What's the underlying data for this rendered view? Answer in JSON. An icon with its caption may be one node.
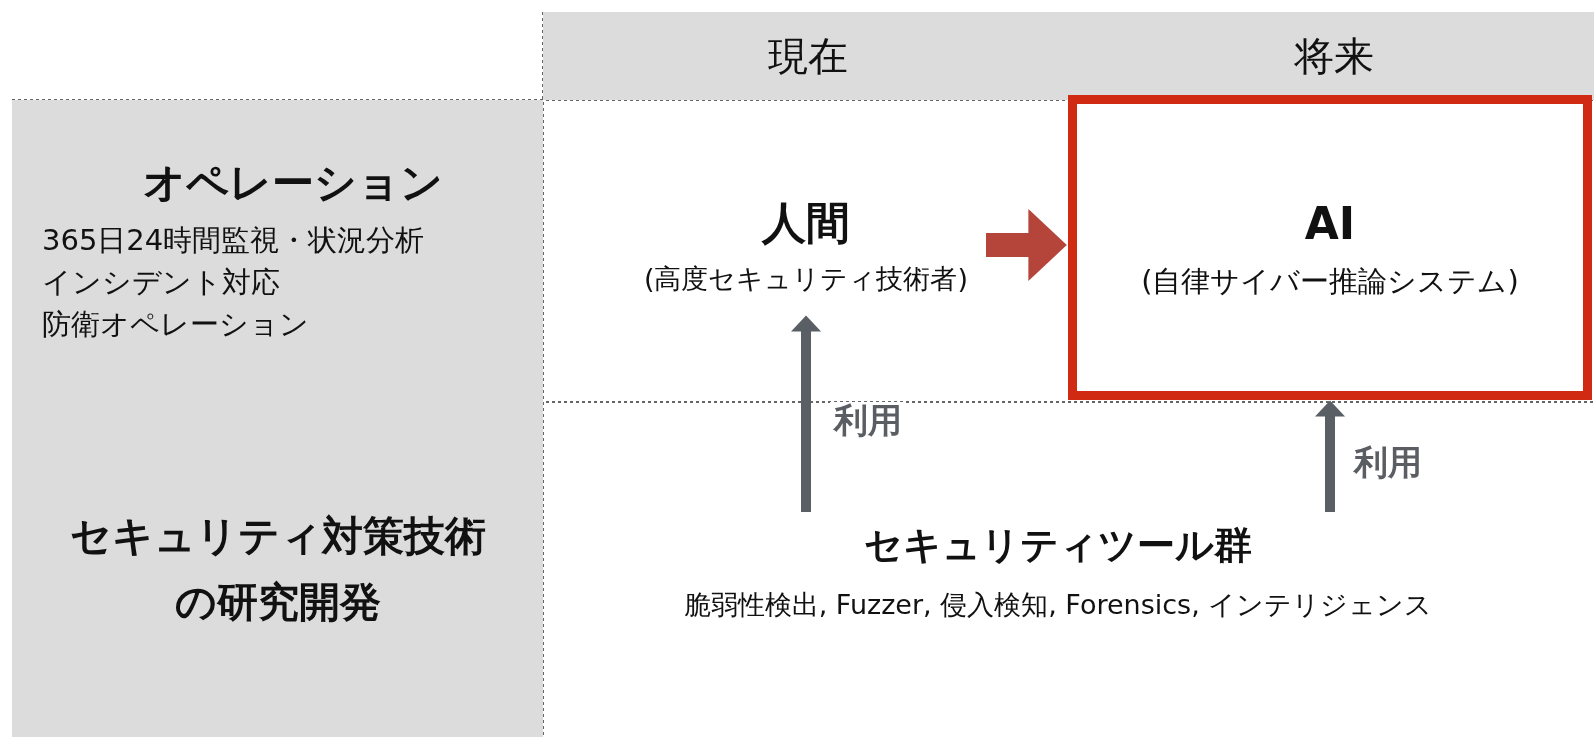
{
  "diagram": {
    "nodes": [
      {
        "text": [
          "現在"
        ]
      },
      {
        "text": [
          "将来"
        ]
      },
      {
        "text": [
          "オペレーション",
          "365日24時間監視・状況分析",
          "インシデント対応",
          "防衛オペレーション"
        ]
      },
      {
        "text": [
          "セキュリティ対策技術の研究開発"
        ]
      },
      {
        "text": [
          "人間",
          "(高度セキュリティ技術者)"
        ]
      },
      {
        "text": [
          "AI",
          "(自律サイバー推論システム)"
        ]
      },
      {
        "text": [
          "セキュリティツール群",
          "脆弱性検出, Fuzzer, 侵入検知, Forensics, インテリジェンス"
        ]
      }
    ],
    "edges": [
      {
        "from": 4,
        "to": 5,
        "arrow": "to",
        "style": "thick",
        "color": "#b5443a"
      },
      {
        "from": 6,
        "to": 4,
        "arrow": "to",
        "label": "利用"
      },
      {
        "from": 6,
        "to": 5,
        "arrow": "to",
        "label": "利用"
      }
    ]
  }
}
